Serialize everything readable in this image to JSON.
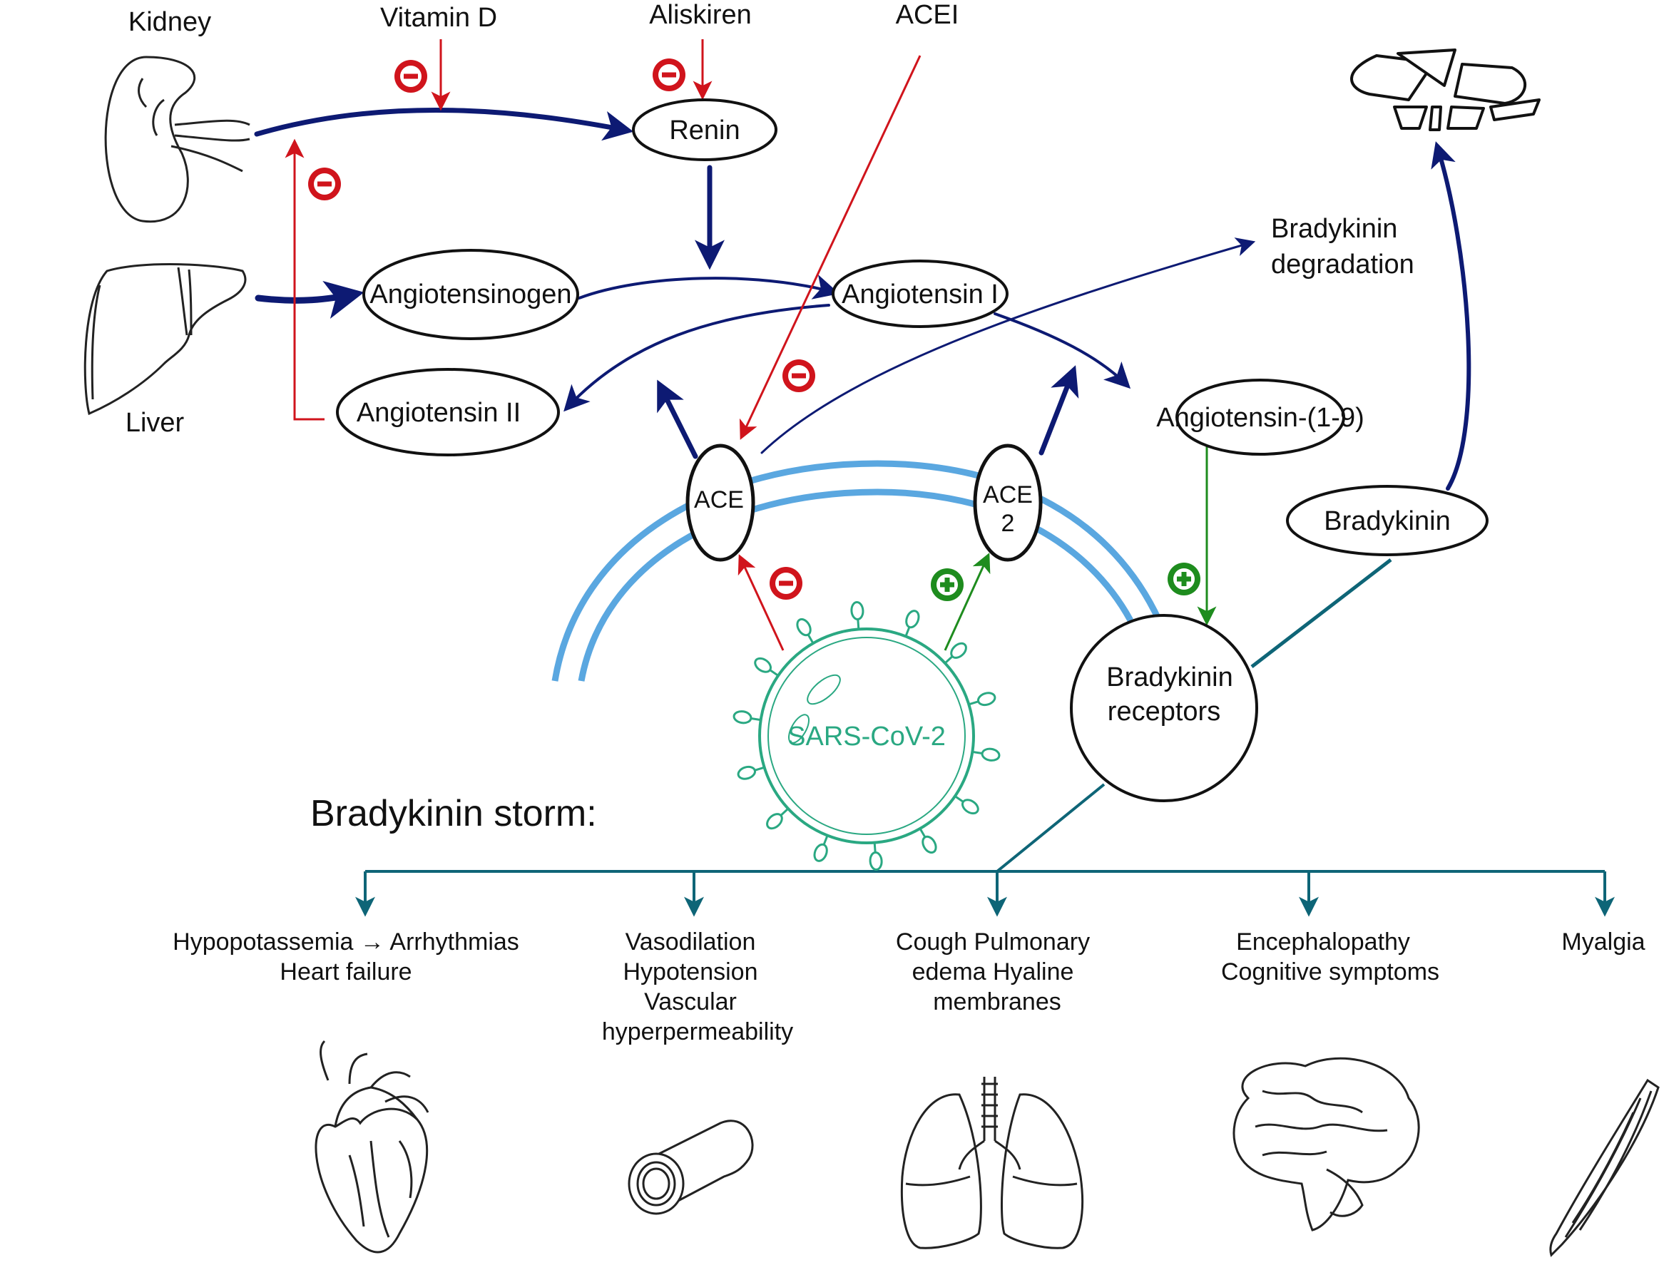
{
  "colors": {
    "pathway": "#0d1a73",
    "inhibit": "#d0141c",
    "activate": "#1e8c1e",
    "storm": "#0e6577",
    "membrane": "#5aa7e0",
    "virus": "#2aa882"
  },
  "organs": {
    "kidney": "Kidney",
    "liver": "Liver"
  },
  "regulators": {
    "vitamin_d": "Vitamin D",
    "aliskiren": "Aliskiren",
    "acei": "ACEI"
  },
  "nodes": {
    "renin": "Renin",
    "angiotensinogen": "Angiotensinogen",
    "angiotensin_i": "Angiotensin I",
    "angiotensin_ii": "Angiotensin II",
    "angiotensin_1_9": "Angiotensin-(1-9)",
    "ace": "ACE",
    "ace2_line1": "ACE",
    "ace2_line2": "2",
    "bradykinin": "Bradykinin",
    "bradykinin_receptors_line1": "Bradykinin",
    "bradykinin_receptors_line2": "receptors",
    "bradykinin_degradation_line1": "Bradykinin",
    "bradykinin_degradation_line2": "degradation",
    "virus": "SARS-CoV-2"
  },
  "signs": {
    "minus": "−",
    "plus": "+"
  },
  "storm": {
    "title": "Bradykinin storm:",
    "effects": [
      {
        "lines": [
          "Hypopotassemia  → Arrhythmias",
          "Heart failure"
        ],
        "icon": "heart-icon"
      },
      {
        "lines": [
          "Vasodilation",
          "Hypotension",
          "Vascular",
          "hyperpermeability"
        ],
        "icon": "blood-vessel-icon"
      },
      {
        "lines": [
          "Cough  Pulmonary",
          "edema  Hyaline",
          "membranes"
        ],
        "icon": "lungs-icon"
      },
      {
        "lines": [
          "Encephalopathy",
          "Cognitive symptoms"
        ],
        "icon": "brain-icon"
      },
      {
        "lines": [
          "Myalgia"
        ],
        "icon": "muscle-icon"
      }
    ]
  }
}
